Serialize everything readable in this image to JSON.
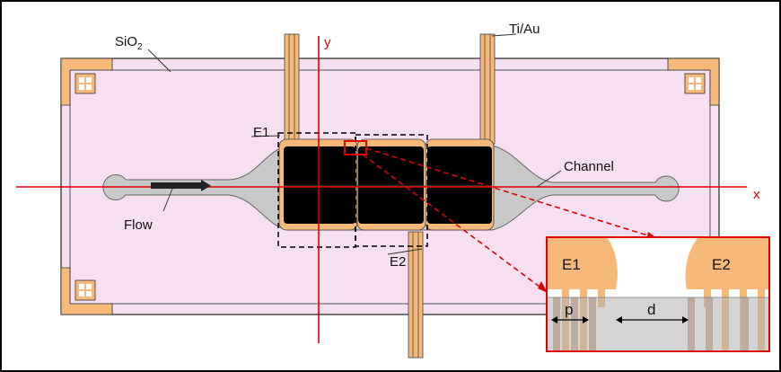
{
  "labels": {
    "sio2": "SiO",
    "sio2_sub": "2",
    "tiau": "Ti/Au",
    "y_axis": "y",
    "x_axis": "x",
    "e1": "E1",
    "e2": "E2",
    "channel": "Channel",
    "flow": "Flow"
  },
  "inset": {
    "e1": "E1",
    "e2": "E2",
    "p": "p",
    "d": "d"
  },
  "colors": {
    "substrate": "#f6dff0",
    "gold": "#f6b97a",
    "electrode": "#000000",
    "channel": "#c8c8c8",
    "axis": "#e00000"
  }
}
